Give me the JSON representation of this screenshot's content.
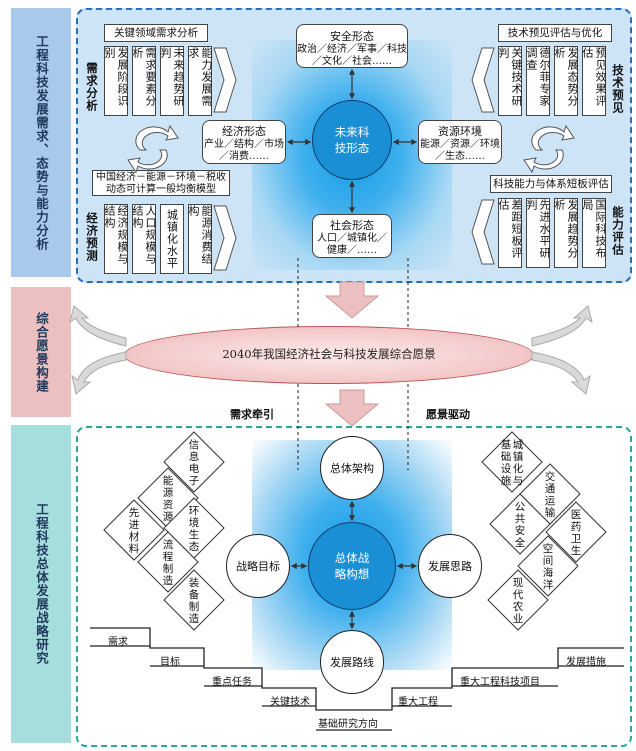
{
  "sections": {
    "top": "工程科技发展需求、态势与能力分析",
    "middle": "综合愿景构建",
    "bottom": "工程科技总体发展战略研究"
  },
  "top_panel": {
    "demand_title": "关键领域需求分析",
    "demand_label": "需求分析",
    "demand_cols": [
      "发展阶段识别",
      "需求要素分析",
      "未来趋势研判",
      "能力发展需求"
    ],
    "model_title": "中国经济－能源－环境－税收动态可计算一般均衡模型",
    "econ_label": "经济预测",
    "econ_cols": [
      "经济规模与结构",
      "人口规模与结构",
      "城镇化水平",
      "能源消费结构"
    ],
    "tech_title": "技术预见评估与优化",
    "tech_label": "技术预见",
    "tech_cols": [
      "关键技术研判",
      "德尔菲专家调查",
      "发展态势分析",
      "预见效果评估"
    ],
    "cap_title": "科技能力与体系短板评估",
    "cap_label": "能力评估",
    "cap_cols": [
      "差距短板评估",
      "先进水平研判",
      "发展趋势分析",
      "国际科技布局"
    ],
    "center": "未来科技形态",
    "security": {
      "title": "安全形态",
      "body": "政治／经济／军事／科技／文化／社会……"
    },
    "economy": {
      "title": "经济形态",
      "body": "产业／结构／市场／消费……"
    },
    "resource": {
      "title": "资源环境",
      "body": "能源／资源／环境／生态……"
    },
    "society": {
      "title": "社会形态",
      "body": "人口／城镇化／健康／……"
    }
  },
  "vision": "2040年我国经济社会与科技发展综合愿景",
  "demand_pull": "需求牵引",
  "vision_drive": "愿景驱动",
  "bottom_panel": {
    "center": "总体战略构想",
    "nodes": {
      "top": "总体架构",
      "left": "战略目标",
      "right": "发展思路",
      "bottom": "发展路线"
    },
    "left_diamonds": [
      "信息电子",
      "能源资源",
      "先进材料",
      "环境生态",
      "流程制造",
      "装备制造"
    ],
    "right_diamonds": [
      "城镇化与基础设施",
      "交通运输",
      "公共安全",
      "医药卫生",
      "空间海洋",
      "现代农业"
    ],
    "steps": [
      "需求",
      "目标",
      "重点任务",
      "关键技术",
      "基础研究方向",
      "重大工程",
      "重大工程科技项目",
      "发展措施"
    ]
  },
  "colors": {
    "accent": "#2a6fb5",
    "side_blue": "#a8c8ec",
    "side_pink": "#ecc0c0",
    "side_teal": "#a6dede",
    "arrow": "#e0a8a8"
  }
}
